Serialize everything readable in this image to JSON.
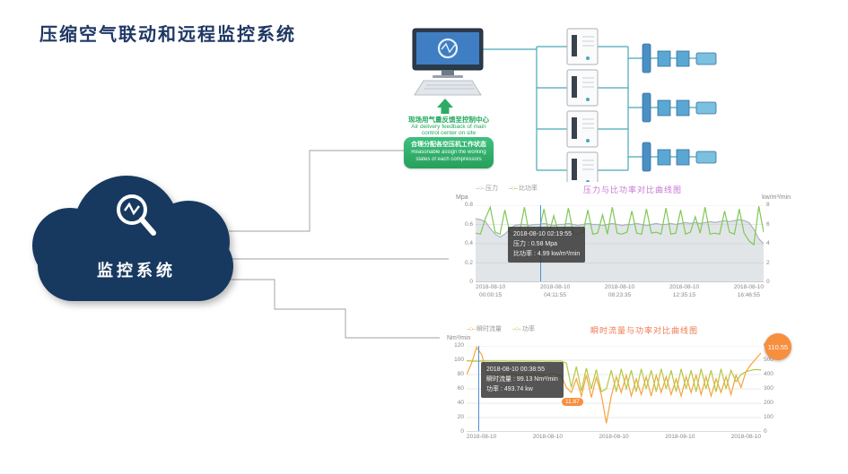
{
  "page_title": "压缩空气联动和远程监控系统",
  "cloud": {
    "label": "监控系统",
    "color": "#17395f"
  },
  "diagram": {
    "feedback_cn": "现场用气量反馈至控制中心",
    "feedback_en_1": "Air delivery feedback of main",
    "feedback_en_2": "control center on site",
    "assign_cn": "合理分配各空压机工作状态",
    "assign_en_1": "Reasonable assign the working",
    "assign_en_2": "states of each compressors",
    "accent_green": "#2eac66",
    "line_teal": "#49a8b8",
    "device_blue": "#4a90c4"
  },
  "chart_data": [
    {
      "type": "line",
      "title": "压力与比功率对比曲线图",
      "colors": {
        "title": "#c678d4",
        "cursor": "#4a90d9",
        "grid": "#e8e8e8"
      },
      "y_left": {
        "label": "Mpa",
        "max": 0.8,
        "ticks": [
          0.8,
          0.6,
          0.4,
          0.2,
          0
        ]
      },
      "y_right": {
        "label": "kw/m³/min",
        "max": 8,
        "ticks": [
          8,
          6,
          4,
          2,
          0
        ]
      },
      "x_labels": [
        {
          "d": "2018-08-10",
          "t": "00:00:15"
        },
        {
          "d": "2018-08-10",
          "t": "04:11:55"
        },
        {
          "d": "2018-08-10",
          "t": "08:23:35"
        },
        {
          "d": "2018-08-10",
          "t": "12:35:15"
        },
        {
          "d": "2018-08-10",
          "t": "16:46:55"
        }
      ],
      "series": [
        {
          "name": "压力",
          "color": "#aab4be",
          "axis": "left",
          "area": true,
          "values": [
            0.66,
            0.65,
            0.63,
            0.56,
            0.5,
            0.47,
            0.5,
            0.55,
            0.59,
            0.6,
            0.6,
            0.59,
            0.6,
            0.6,
            0.61,
            0.6,
            0.59,
            0.6,
            0.6,
            0.61,
            0.6,
            0.59,
            0.6,
            0.61,
            0.6,
            0.6,
            0.59,
            0.6,
            0.61,
            0.6,
            0.59,
            0.6,
            0.6,
            0.61,
            0.6,
            0.59,
            0.6,
            0.61,
            0.6,
            0.6,
            0.61,
            0.6,
            0.61,
            0.62,
            0.61,
            0.62,
            0.61,
            0.62,
            0.63,
            0.62,
            0.63,
            0.64,
            0.63,
            0.64,
            0.65,
            0.64,
            0.62,
            0.55,
            0.45,
            0.4
          ]
        },
        {
          "name": "比功率",
          "color": "#7ec954",
          "axis": "right",
          "area": false,
          "values": [
            5.1,
            5.0,
            6.6,
            7.8,
            5.2,
            5.0,
            7.5,
            5.1,
            5.0,
            5.2,
            7.8,
            5.0,
            5.1,
            5.3,
            7.6,
            5.0,
            6.9,
            5.1,
            5.0,
            7.7,
            5.1,
            5.0,
            5.2,
            7.5,
            5.0,
            5.1,
            7.0,
            5.0,
            7.8,
            5.1,
            5.0,
            5.2,
            7.4,
            5.1,
            5.0,
            7.6,
            5.1,
            5.2,
            5.0,
            7.7,
            5.0,
            5.1,
            7.5,
            5.0,
            5.2,
            6.8,
            5.1,
            7.8,
            5.0,
            5.1,
            5.0,
            7.4,
            5.2,
            5.0,
            7.6,
            5.1,
            4.3,
            3.9,
            7.9,
            5.2
          ]
        }
      ],
      "tooltip": {
        "time": "2018-08-10 02:19:55",
        "line1": "压力 : 0.58 Mpa",
        "line2": "比功率 : 4.99 kw/m³/min"
      }
    },
    {
      "type": "line",
      "title": "瞬时流量与功率对比曲线图",
      "colors": {
        "title": "#f07850",
        "cursor": "#4a90d9",
        "grid": "#e8e8e8"
      },
      "y_left": {
        "label": "Nm³/min",
        "max": 120,
        "ticks": [
          120,
          100,
          80,
          60,
          40,
          20,
          0
        ]
      },
      "y_right": {
        "label": "",
        "max": 600,
        "ticks": [
          600,
          500,
          400,
          300,
          200,
          100,
          0
        ]
      },
      "x_labels": [
        {
          "d": "2018-08-10",
          "t": ""
        },
        {
          "d": "2018-08-10",
          "t": ""
        },
        {
          "d": "2018-08-10",
          "t": ""
        },
        {
          "d": "2018-08-10",
          "t": ""
        },
        {
          "d": "2018-08-10",
          "t": ""
        }
      ],
      "series": [
        {
          "name": "瞬时流量",
          "color": "#f5a43c",
          "axis": "left",
          "area": false,
          "values": [
            80,
            96,
            118,
            108,
            84,
            80,
            79,
            81,
            80,
            82,
            79,
            80,
            81,
            80,
            82,
            80,
            79,
            81,
            80,
            78,
            62,
            55,
            74,
            50,
            79,
            48,
            76,
            52,
            12,
            50,
            77,
            55,
            79,
            50,
            74,
            52,
            77,
            50,
            79,
            55,
            77,
            52,
            74,
            50,
            77,
            55,
            79,
            52,
            77,
            50,
            74,
            55,
            77,
            52,
            79,
            62,
            84,
            94,
            102,
            110
          ]
        },
        {
          "name": "功率",
          "color": "#b5c842",
          "axis": "right",
          "area": false,
          "values": [
            496,
            494,
            493,
            494,
            495,
            494,
            493,
            495,
            494,
            493,
            494,
            495,
            494,
            493,
            494,
            495,
            493,
            494,
            495,
            494,
            480,
            310,
            455,
            285,
            445,
            300,
            435,
            280,
            300,
            430,
            280,
            440,
            300,
            430,
            280,
            440,
            300,
            430,
            280,
            440,
            300,
            430,
            280,
            440,
            300,
            430,
            280,
            440,
            300,
            430,
            280,
            440,
            300,
            430,
            350,
            400,
            420,
            430,
            435,
            432
          ]
        }
      ],
      "tooltip": {
        "time": "2018-08-10 00:38:55",
        "line1": "瞬时流量 : 99.13 Nm³/min",
        "line2": "功率 : 493.74 kw"
      },
      "badge": "110.55",
      "point_label": "11.87"
    }
  ]
}
